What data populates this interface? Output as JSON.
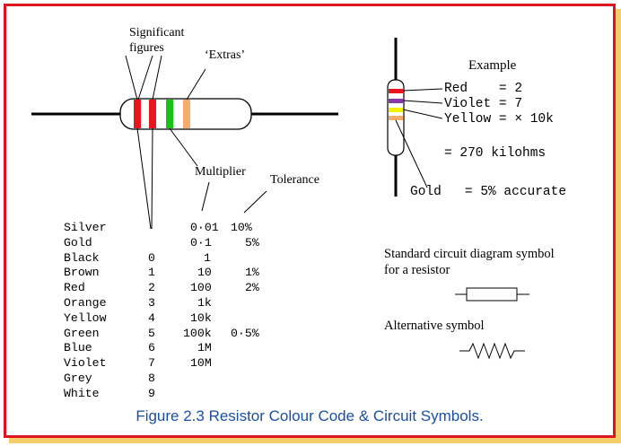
{
  "labels": {
    "significant_figures_line1": "Significant",
    "significant_figures_line2": "figures",
    "extras": "‘Extras’",
    "multiplier": "Multiplier",
    "tolerance": "Tolerance"
  },
  "colour_table": [
    {
      "colour": "Silver",
      "digit": "",
      "multiplier": "0·01",
      "tolerance": "10%"
    },
    {
      "colour": "Gold",
      "digit": "",
      "multiplier": "0·1",
      "tolerance": "5%"
    },
    {
      "colour": "Black",
      "digit": "0",
      "multiplier": "1",
      "tolerance": ""
    },
    {
      "colour": "Brown",
      "digit": "1",
      "multiplier": "10",
      "tolerance": "1%"
    },
    {
      "colour": "Red",
      "digit": "2",
      "multiplier": "100",
      "tolerance": "2%"
    },
    {
      "colour": "Orange",
      "digit": "3",
      "multiplier": "1k",
      "tolerance": ""
    },
    {
      "colour": "Yellow",
      "digit": "4",
      "multiplier": "10k",
      "tolerance": ""
    },
    {
      "colour": "Green",
      "digit": "5",
      "multiplier": "100k",
      "tolerance": "0·5%"
    },
    {
      "colour": "Blue",
      "digit": "6",
      "multiplier": "1M",
      "tolerance": ""
    },
    {
      "colour": "Violet",
      "digit": "7",
      "multiplier": "10M",
      "tolerance": ""
    },
    {
      "colour": "Grey",
      "digit": "8",
      "multiplier": "",
      "tolerance": ""
    },
    {
      "colour": "White",
      "digit": "9",
      "multiplier": "",
      "tolerance": ""
    }
  ],
  "example": {
    "title": "Example",
    "line_red": "Red    = 2",
    "line_violet": "Violet = 7",
    "line_yellow": "Yellow = × 10k",
    "result": "= 270 kilohms",
    "line_gold": "Gold   = 5% accurate"
  },
  "symbols": {
    "standard_line1": "Standard circuit diagram symbol",
    "standard_line2": "for a resistor",
    "alternative": "Alternative symbol"
  },
  "caption": "Figure 2.3  Resistor Colour Code & Circuit Symbols.",
  "colors": {
    "frame_border": "#e0141e",
    "frame_shadow": "#f2cf6b",
    "band_red": "#e8141e",
    "band_green": "#18c018",
    "band_orange": "#f5ab6b",
    "band_violet": "#8a3aa8",
    "band_yellow": "#f5f000",
    "caption": "#1a4fa8"
  }
}
